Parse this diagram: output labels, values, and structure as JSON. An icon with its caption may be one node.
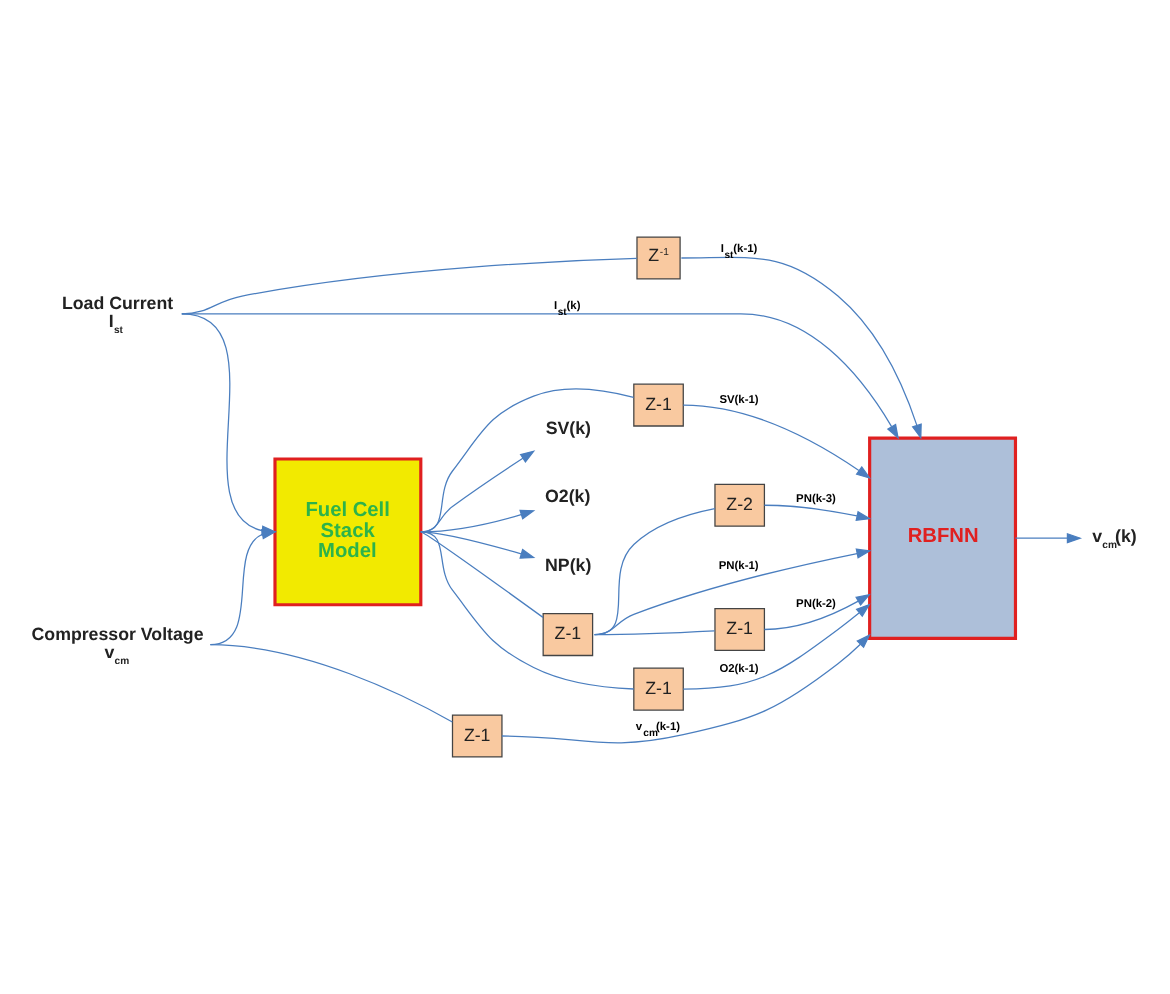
{
  "diagram": {
    "nodes": [
      {
        "text": [
          "Load Current I$_{st}$"
        ]
      },
      {
        "text": [
          "Compressor Voltage v$_{cm}$"
        ]
      },
      {
        "text": [
          "Fuel Cell Stack Model"
        ]
      },
      {
        "text": [
          "SV(k)"
        ]
      },
      {
        "text": [
          "O2(k)"
        ]
      },
      {
        "text": [
          "NP(k)"
        ]
      },
      {
        "text": [
          "Z-1"
        ]
      },
      {
        "text": [
          "Z-1"
        ]
      },
      {
        "text": [
          "Z-1"
        ]
      },
      {
        "text": [
          "Z-1"
        ]
      },
      {
        "text": [
          "Z-1"
        ]
      },
      {
        "text": [
          "Z-2"
        ]
      },
      {
        "text": [
          "Z$^{-1}$"
        ]
      },
      {
        "text": [
          "RBFNN"
        ]
      },
      {
        "text": [
          "v$_{cm}$(k)"
        ]
      }
    ],
    "edges": [
      {
        "from": 0,
        "to": 2,
        "arrow": "to"
      },
      {
        "from": 1,
        "to": 2,
        "arrow": "to"
      },
      {
        "from": 2,
        "to": 3,
        "arrow": "to"
      },
      {
        "from": 2,
        "to": 4,
        "arrow": "to"
      },
      {
        "from": 2,
        "to": 5,
        "arrow": "to"
      },
      {
        "from": 2,
        "to": 7,
        "arrow": "none"
      },
      {
        "from": 2,
        "to": 8,
        "arrow": "none"
      },
      {
        "from": 2,
        "to": 9,
        "arrow": "none"
      },
      {
        "from": 1,
        "to": 6,
        "arrow": "none"
      },
      {
        "from": 9,
        "to": 13,
        "arrow": "to",
        "label": "SV(k-1)"
      },
      {
        "from": 8,
        "to": 13,
        "arrow": "to",
        "label": "O2(k-1)"
      },
      {
        "from": 7,
        "to": 13,
        "arrow": "to",
        "label": "PN(k-1)"
      },
      {
        "from": 7,
        "to": 10,
        "arrow": "none"
      },
      {
        "from": 7,
        "to": 11,
        "arrow": "none"
      },
      {
        "from": 10,
        "to": 13,
        "arrow": "to",
        "label": "PN(k-2)"
      },
      {
        "from": 11,
        "to": 13,
        "arrow": "to",
        "label": "PN(k-3)"
      },
      {
        "from": 6,
        "to": 13,
        "arrow": "to",
        "label": "v$_{cm}$(k-1)"
      },
      {
        "from": 0,
        "to": 13,
        "arrow": "to",
        "label": "I$_{st}$(k)"
      },
      {
        "from": 0,
        "to": 12,
        "arrow": "none"
      },
      {
        "from": 12,
        "to": 13,
        "arrow": "to",
        "label": "I$_{st}$(k-1)"
      },
      {
        "from": 13,
        "to": 14,
        "arrow": "to"
      }
    ]
  }
}
